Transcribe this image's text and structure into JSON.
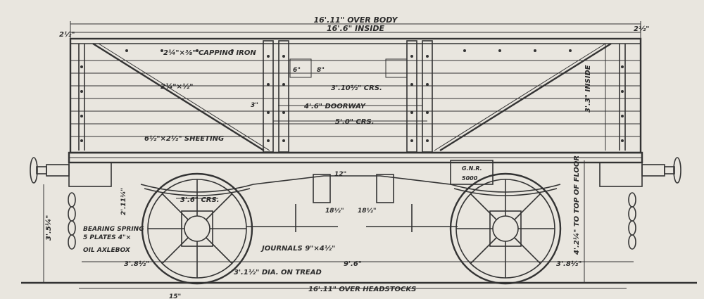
{
  "labels": {
    "over_body": "16'.11\" OVER BODY",
    "inside": "16'.6\" INSIDE",
    "left_end": "2½\"",
    "right_end": "2½\"",
    "capping_iron": "2¼\"×⅜\" CAPPING IRON",
    "brace": "2¼\"×½\"",
    "sheeting": "6½\"×2½\" SHEETING",
    "crs_upper": "3'.10½\" CRS.",
    "doorway": "4'.6\" DOORWAY",
    "crs_lower": "5'.0\" CRS.",
    "inside_height": "3'.3\" INSIDE",
    "floor_height": "4'.2¼\" TO TOP OF FLOOR",
    "overall_height": "3'.5¼\"",
    "wheel_crs": "3'.6\" CRS.",
    "bearing_spring": "BEARING SPRING",
    "spring_plates": "5 PLATES 4\"×",
    "oil_axlebox": "OIL AXLEBOX",
    "journals": "JOURNALS 9\"×4½\"",
    "wheelbase": "9'.6\"",
    "left_overhang": "3'.8½\"",
    "right_overhang": "3'.8½\"",
    "wheel_dia": "3'.1½\" DIA. ON TREAD",
    "over_headstocks": "16'.11\" OVER HEADSTOCKS",
    "plate": "G.N.R.",
    "plate_number": "5000",
    "dim_12": "12\"",
    "dim_18a": "18½\"",
    "dim_18b": "18½\"",
    "dim_3": "3\"",
    "dim_15": "15\"",
    "dim_2_11": "2'.11¼\"",
    "dim_6": "6\"",
    "dim_8": "8\""
  },
  "colors": {
    "ink": "#333333",
    "paper": "#e9e6df"
  }
}
